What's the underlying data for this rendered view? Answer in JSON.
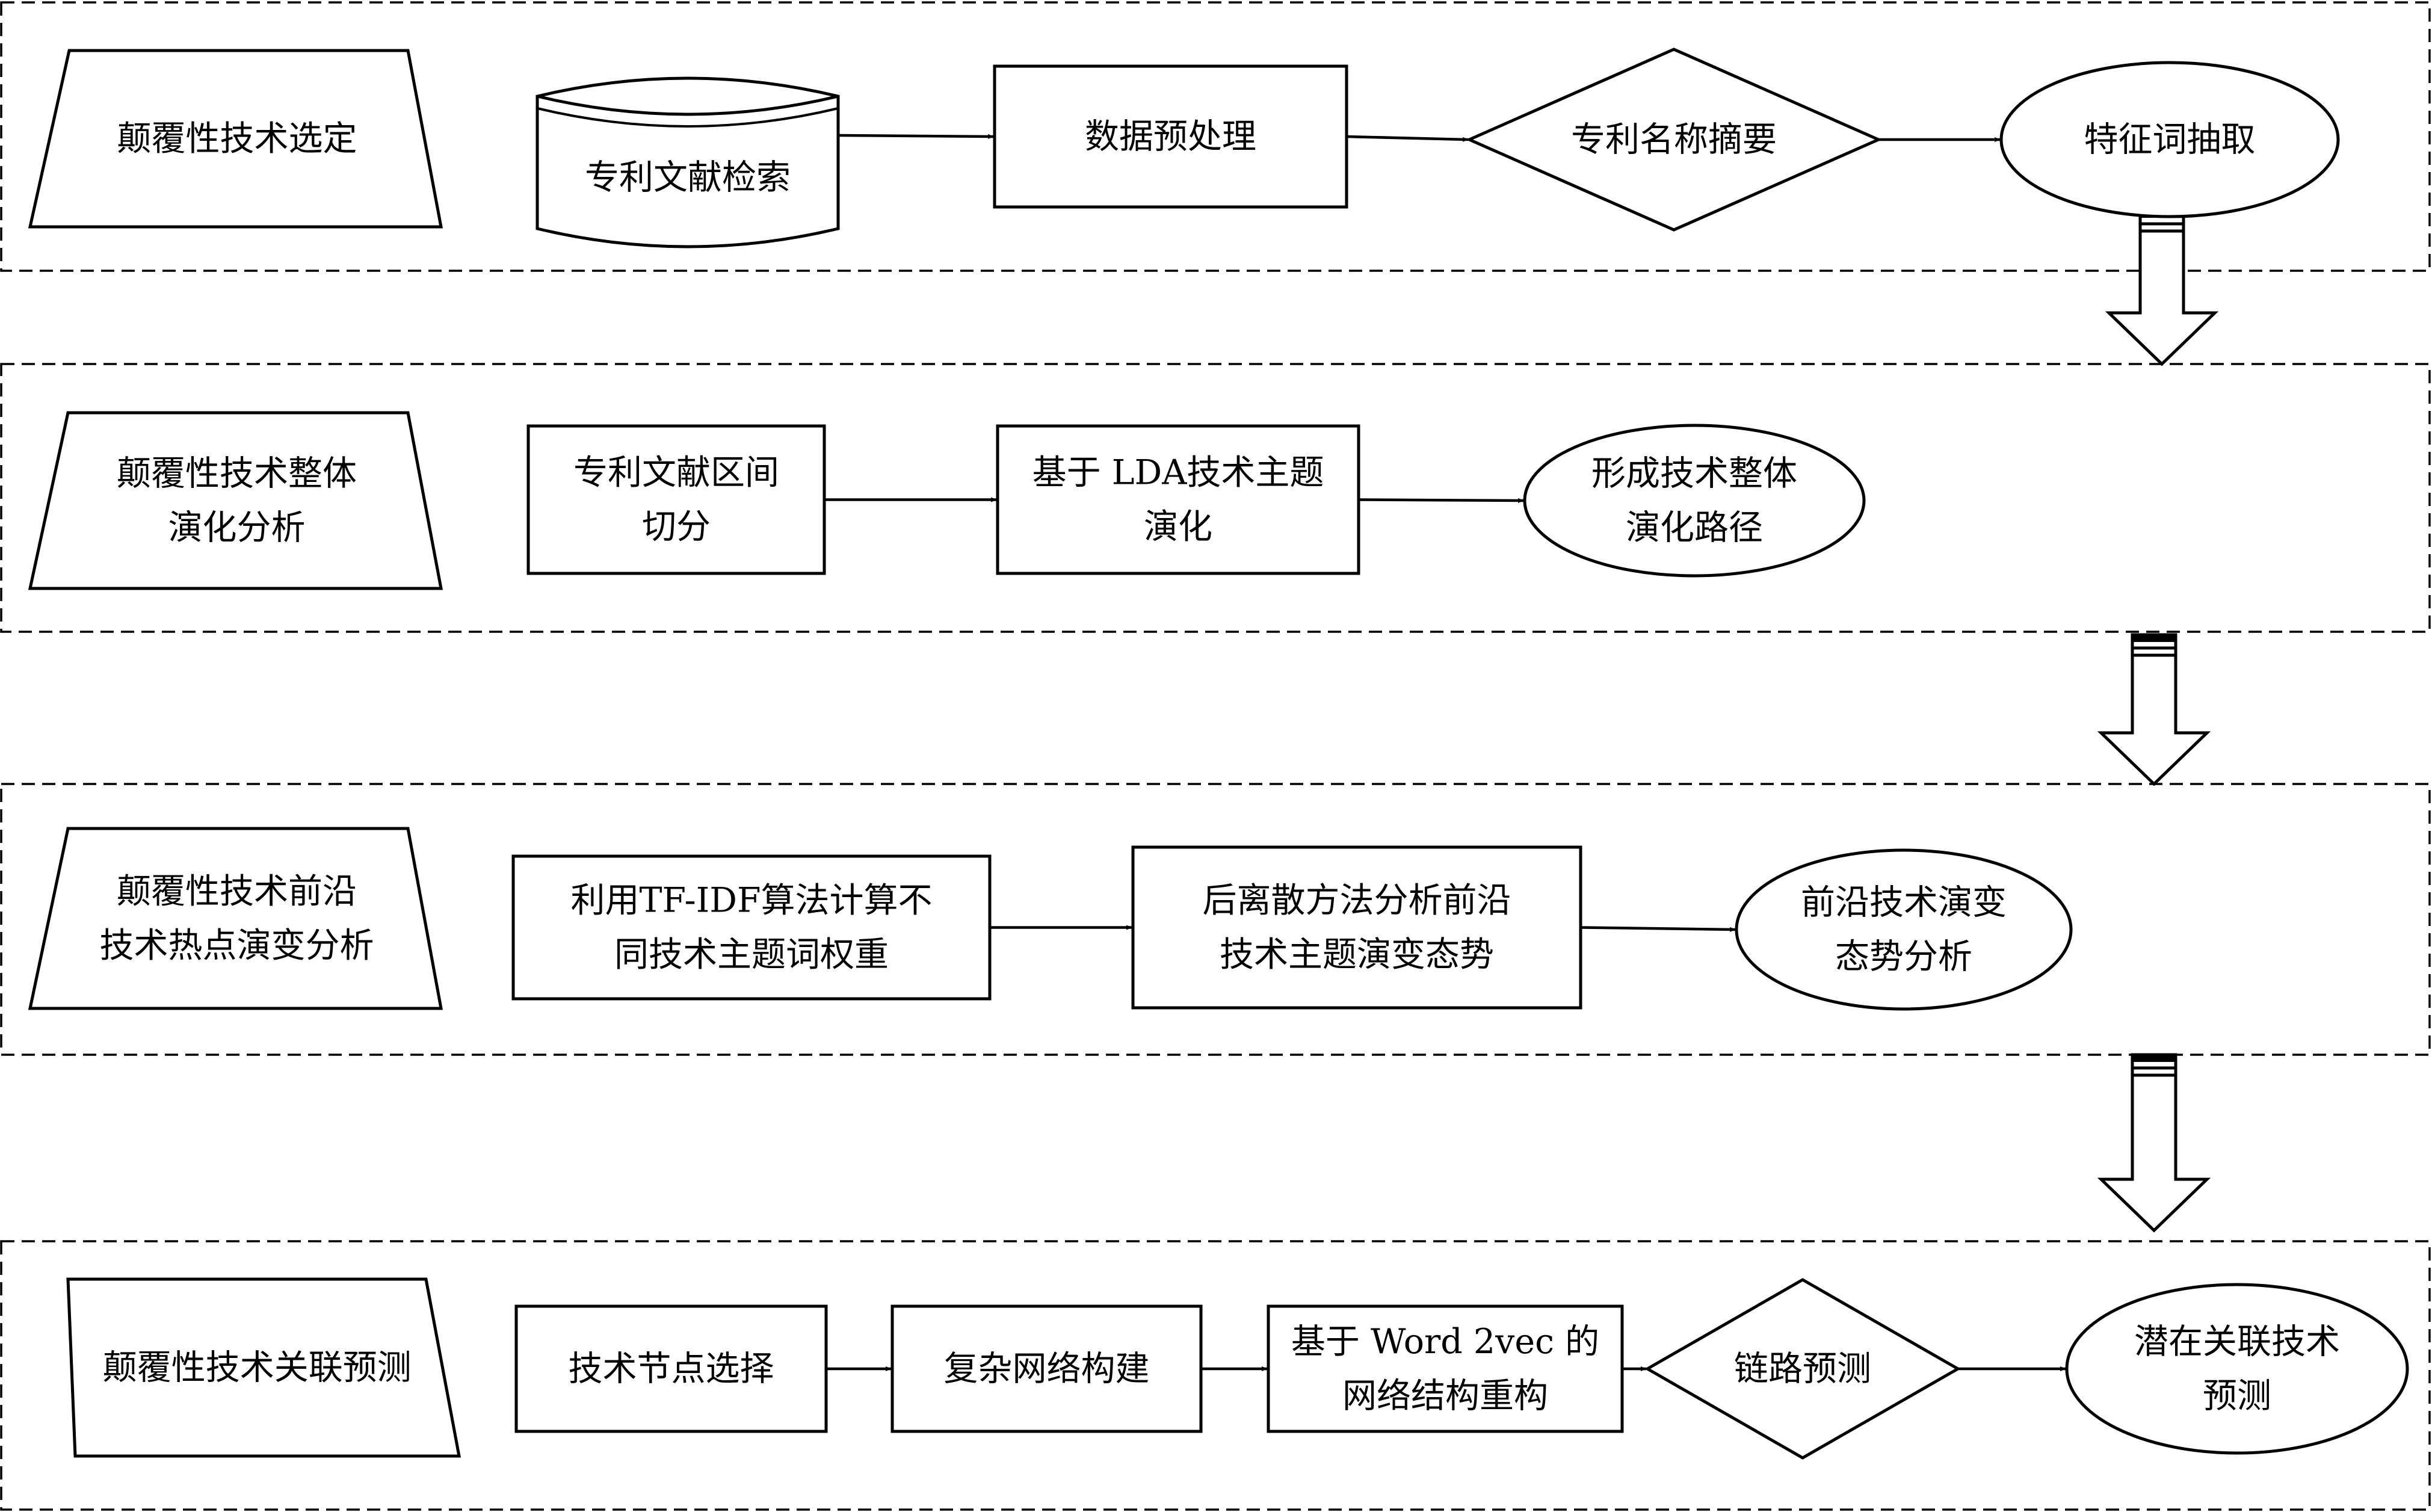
{
  "rows": [
    {
      "category": [
        "颠覆性技术选定"
      ],
      "steps": [
        {
          "shape": "cylinder",
          "lines": [
            "专利文献检索"
          ]
        },
        {
          "shape": "rect",
          "lines": [
            "数据预处理"
          ]
        },
        {
          "shape": "diamond",
          "lines": [
            "专利名称摘要"
          ]
        },
        {
          "shape": "ellipse",
          "lines": [
            "特征词抽取"
          ]
        }
      ]
    },
    {
      "category": [
        "颠覆性技术整体",
        "演化分析"
      ],
      "steps": [
        {
          "shape": "rect",
          "lines": [
            "专利文献区间",
            "切分"
          ]
        },
        {
          "shape": "rect",
          "lines": [
            "基于 LDA技术主题",
            "演化"
          ]
        },
        {
          "shape": "ellipse",
          "lines": [
            "形成技术整体",
            "演化路径"
          ]
        }
      ]
    },
    {
      "category": [
        "颠覆性技术前沿",
        "技术热点演变分析"
      ],
      "steps": [
        {
          "shape": "rect",
          "lines": [
            "利用TF-IDF算法计算不",
            "同技术主题词权重"
          ]
        },
        {
          "shape": "rect",
          "lines": [
            "后离散方法分析前沿",
            "技术主题演变态势"
          ]
        },
        {
          "shape": "ellipse",
          "lines": [
            "前沿技术演变",
            "态势分析"
          ]
        }
      ]
    },
    {
      "category": [
        "颠覆性技术关联预测"
      ],
      "steps": [
        {
          "shape": "rect",
          "lines": [
            "技术节点选择"
          ]
        },
        {
          "shape": "rect",
          "lines": [
            "复杂网络构建"
          ]
        },
        {
          "shape": "rect",
          "lines": [
            "基于 Word 2vec 的",
            "网络结构重构"
          ]
        },
        {
          "shape": "diamond",
          "lines": [
            "链路预测"
          ]
        },
        {
          "shape": "ellipse",
          "lines": [
            "潜在关联技术",
            "预测"
          ]
        }
      ]
    }
  ]
}
